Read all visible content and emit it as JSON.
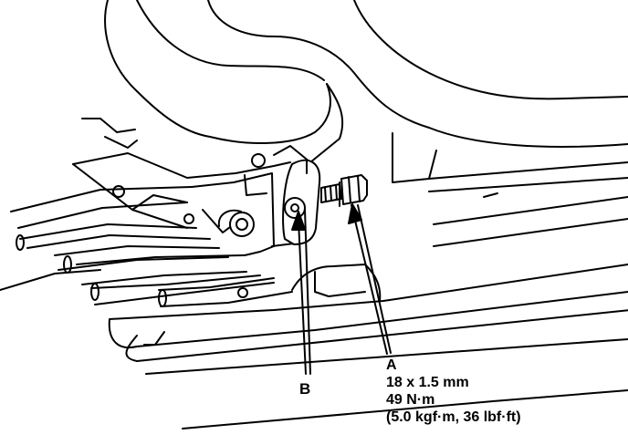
{
  "diagram": {
    "labels": {
      "b": "B",
      "a": {
        "letter": "A",
        "size": "18 x 1.5 mm",
        "torque_nm": "49 N·m",
        "torque_alt": "(5.0 kgf·m, 36 lbf·ft)"
      }
    },
    "colors": {
      "line": "#000000",
      "fill": "#ffffff"
    }
  }
}
